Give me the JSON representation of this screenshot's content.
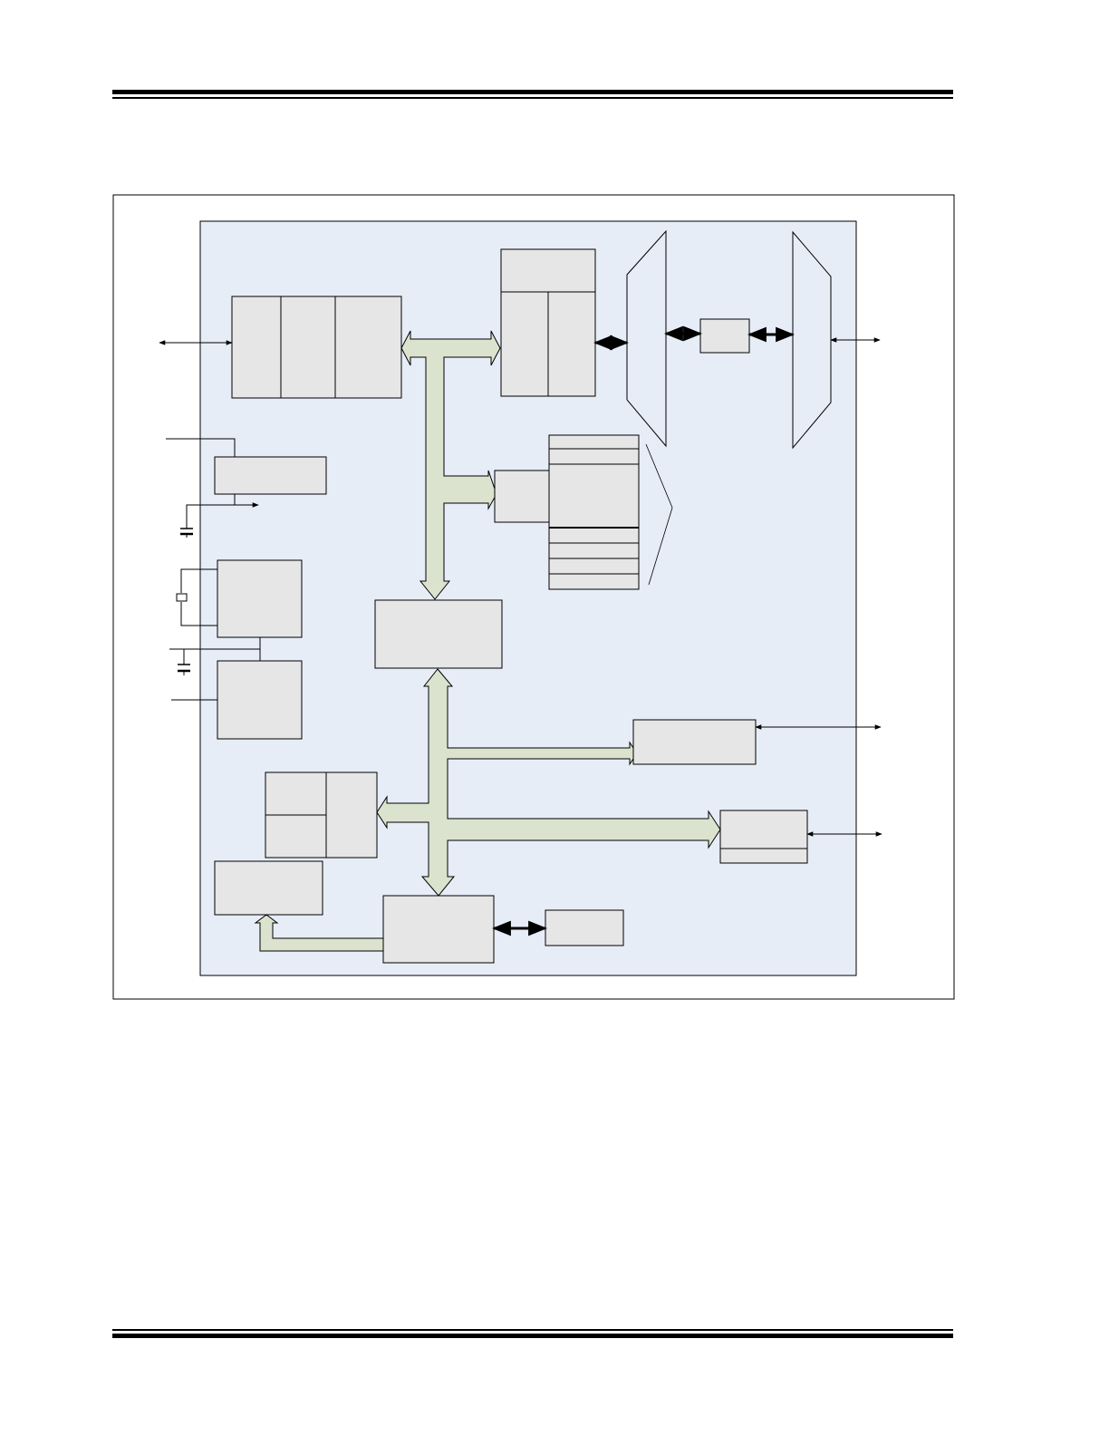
{
  "document": {
    "header_rule": "top-double-rule",
    "footer_rule": "bottom-double-rule"
  },
  "diagram": {
    "blocks": [
      {
        "name": "left-io-block-col-1",
        "label": ""
      },
      {
        "name": "left-io-block-col-2",
        "label": ""
      },
      {
        "name": "left-io-block-col-3",
        "label": ""
      },
      {
        "name": "upper-center-block",
        "label": ""
      },
      {
        "name": "trapezoid-mux-1",
        "label": ""
      },
      {
        "name": "small-center-box",
        "label": ""
      },
      {
        "name": "trapezoid-mux-2",
        "label": ""
      },
      {
        "name": "regulator-block",
        "label": ""
      },
      {
        "name": "oscillator-block",
        "label": ""
      },
      {
        "name": "reset-block",
        "label": ""
      },
      {
        "name": "central-controller-block",
        "label": ""
      },
      {
        "name": "register-stack",
        "label": ""
      },
      {
        "name": "peripheral-block-right-1",
        "label": ""
      },
      {
        "name": "peripheral-block-right-2",
        "label": ""
      },
      {
        "name": "memory-split-block",
        "label": ""
      },
      {
        "name": "lower-left-block",
        "label": ""
      },
      {
        "name": "lower-center-block",
        "label": ""
      },
      {
        "name": "lower-right-small-block",
        "label": ""
      }
    ],
    "colors": {
      "chip_background": "#e6edf7",
      "block_fill": "#e6e6e6",
      "bus_fill": "#dbe3cf",
      "stroke": "#000000"
    }
  }
}
